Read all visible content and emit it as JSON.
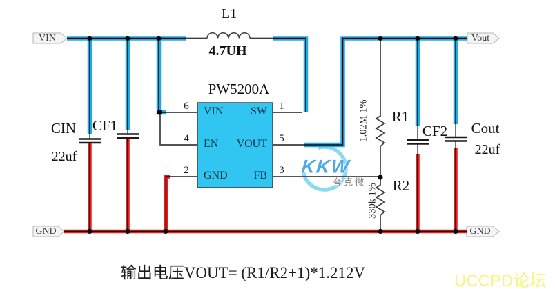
{
  "schematic": {
    "net_labels": {
      "vin": "VIN",
      "vout": "Vout",
      "gnd_left": "GND",
      "gnd_right": "GND"
    },
    "inductor": {
      "designator": "L1",
      "value": "4.7UH"
    },
    "ic": {
      "part": "PW5200A",
      "pins": [
        {
          "num": "6",
          "name": "VIN"
        },
        {
          "num": "1",
          "name": "SW"
        },
        {
          "num": "4",
          "name": "EN"
        },
        {
          "num": "5",
          "name": "VOUT"
        },
        {
          "num": "2",
          "name": "GND"
        },
        {
          "num": "3",
          "name": "FB"
        }
      ]
    },
    "capacitors": {
      "cin": {
        "label": "CIN",
        "value": "22uf"
      },
      "cf1": {
        "label": "CF1"
      },
      "cf2": {
        "label": "CF2"
      },
      "cout": {
        "label": "Cout",
        "value": "22uf"
      }
    },
    "resistors": {
      "r1": {
        "label": "R1",
        "value": "1.02M  1%"
      },
      "r2": {
        "label": "R2",
        "value": "330k  1%"
      }
    },
    "formula": "输出电压VOUT= (R1/R2+1)*1.212V",
    "watermark": {
      "logo": "KKW",
      "logo_sub": "夸克微",
      "forum": "UCCPD论坛"
    },
    "colors": {
      "wire_power": "#25a9e0",
      "wire_ground": "#e01f1f",
      "ic_fill": "#30c6f1",
      "watermark_blue": "#4fa8e8",
      "watermark_yellow": "#f8f47e"
    }
  }
}
